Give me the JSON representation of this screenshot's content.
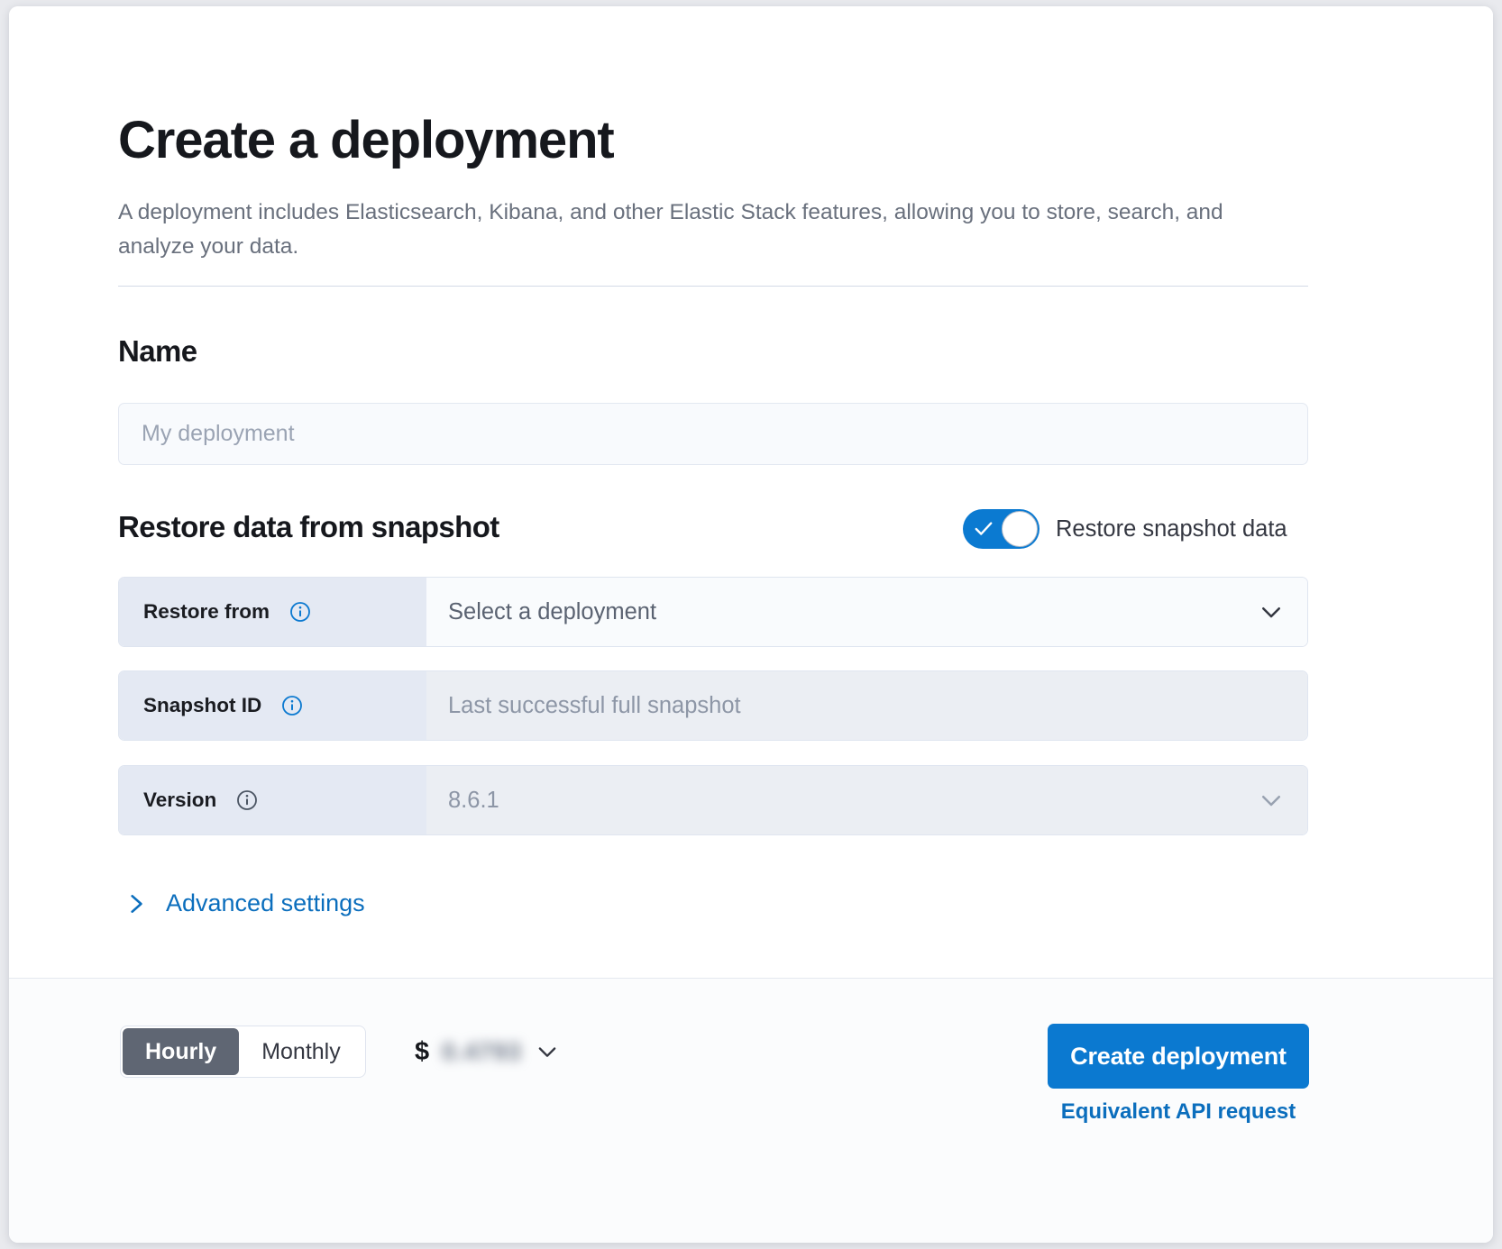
{
  "header": {
    "title": "Create a deployment",
    "description": "A deployment includes Elasticsearch, Kibana, and other Elastic Stack features, allowing you to store, search, and analyze your data."
  },
  "name_section": {
    "heading": "Name",
    "input_placeholder": "My deployment",
    "input_value": ""
  },
  "restore_section": {
    "heading": "Restore data from snapshot",
    "toggle": {
      "label": "Restore snapshot data",
      "state": "on",
      "icon": "check-icon"
    },
    "rows": [
      {
        "label": "Restore from",
        "info_icon": "info-circle-icon",
        "info_icon_state": "enabled",
        "value": "Select a deployment",
        "control": "dropdown",
        "control_icon": "chevron-down-icon",
        "disabled": false
      },
      {
        "label": "Snapshot ID",
        "info_icon": "info-circle-icon",
        "info_icon_state": "enabled",
        "value": "Last successful full snapshot",
        "control": "text",
        "control_icon": "",
        "disabled": true
      },
      {
        "label": "Version",
        "info_icon": "info-circle-icon",
        "info_icon_state": "disabled",
        "value": "8.6.1",
        "control": "dropdown",
        "control_icon": "chevron-down-icon",
        "disabled": true
      }
    ],
    "advanced_settings": {
      "label": "Advanced settings",
      "icon": "chevron-right-icon",
      "expanded": false
    }
  },
  "footer": {
    "billing_toggle": {
      "options": [
        "Hourly",
        "Monthly"
      ],
      "selected": "Hourly"
    },
    "price": {
      "currency_symbol": "$",
      "amount": "0.4793",
      "obscured": true,
      "icon": "chevron-down-icon"
    },
    "create_button": "Create deployment",
    "api_link": "Equivalent API request"
  },
  "colors": {
    "accent_blue": "#0b79d0",
    "link_blue": "#0b6ebd",
    "label_bg": "#e4e9f3",
    "disabled_bg": "#ebeef3",
    "segment_active": "#5f6673",
    "text_primary": "#16181d",
    "text_muted": "#69707d"
  }
}
